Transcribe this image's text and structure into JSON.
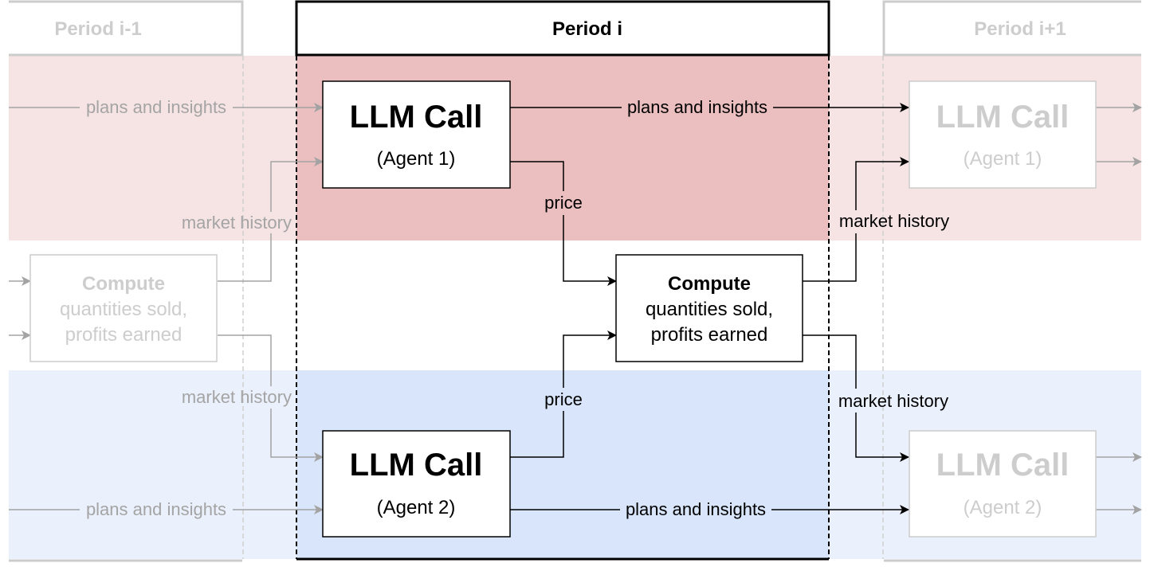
{
  "colors": {
    "agent1_active": "#ebbfbf",
    "agent1_faded": "#f6e4e5",
    "agent2_active": "#d8e5fa",
    "agent2_faded": "#eaf0fc",
    "line_active": "#000000",
    "line_faded": "#a3a3a3",
    "box_faded_border": "#cccccc"
  },
  "periods": {
    "prev": {
      "label": "Period i-1"
    },
    "current": {
      "label": "Period i"
    },
    "next": {
      "label": "Period i+1"
    }
  },
  "nodes": {
    "llm_agent1": {
      "title": "LLM Call",
      "subtitle": "(Agent 1)"
    },
    "llm_agent2": {
      "title": "LLM Call",
      "subtitle": "(Agent 2)"
    },
    "compute": {
      "title": "Compute",
      "line1": "quantities sold,",
      "line2": "profits earned"
    },
    "next_llm_agent1": {
      "title": "LLM Call",
      "subtitle": "(Agent 1)"
    },
    "next_llm_agent2": {
      "title": "LLM Call",
      "subtitle": "(Agent 2)"
    },
    "prev_compute": {
      "title": "Compute",
      "line1": "quantities sold,",
      "line2": "profits earned"
    }
  },
  "edges": {
    "prev_plans_agent1": "plans and insights",
    "prev_market_agent1": "market history",
    "prev_market_agent2": "market history",
    "prev_plans_agent2": "plans and insights",
    "plans_agent1_next": "plans and insights",
    "price_agent1": "price",
    "price_agent2": "price",
    "market_next_agent1": "market history",
    "market_next_agent2": "market history",
    "plans_agent2_next": "plans and insights"
  }
}
